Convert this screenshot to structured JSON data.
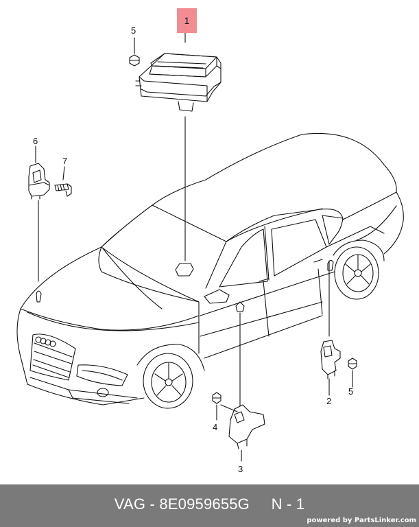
{
  "diagram": {
    "callouts": {
      "c1": "1",
      "c2": "2",
      "c3": "3",
      "c4": "4",
      "c5a": "5",
      "c5b": "5",
      "c6": "6",
      "c7": "7"
    },
    "highlight_color": "#f08c92"
  },
  "footer": {
    "brand": "VAG",
    "separator": "-",
    "part_number": "8E0959655G",
    "position_label": "N - 1",
    "powered_by": "powered by PartsLinker.com",
    "background": "#7a7a7a"
  }
}
